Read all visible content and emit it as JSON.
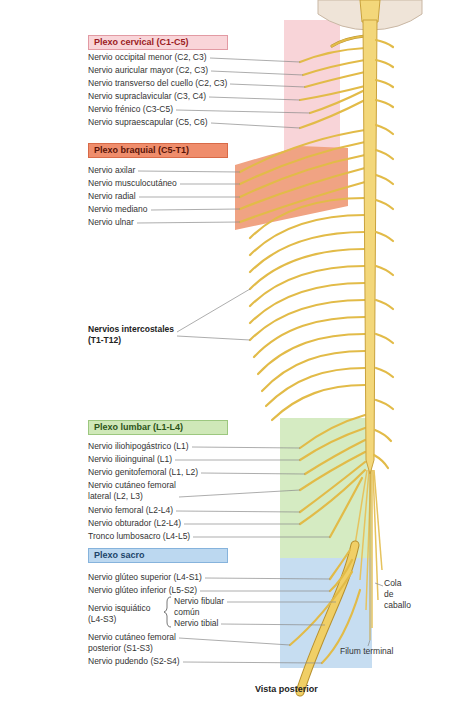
{
  "diagram": {
    "caption": "Vista posterior",
    "nodes": [
      {
        "text": [
          "Plexo cervical (C1-C5)"
        ]
      },
      {
        "text": [
          "Plexo braquial (C5-T1)"
        ]
      },
      {
        "text": [
          "Plexo lumbar (L1-L4)"
        ]
      },
      {
        "text": [
          "Plexo sacro"
        ]
      }
    ],
    "labels": [
      "Nervio occipital menor (C2, C3)",
      "Nervio auricular mayor (C2, C3)",
      "Nervio transverso del cuello (C2, C3)",
      "Nervio supraclavicular (C3, C4)",
      "Nervio frénico (C3-C5)",
      "Nervio supraescapular (C5, C6)",
      "Nervio axilar",
      "Nervio musculocutáneo",
      "Nervio radial",
      "Nervio mediano",
      "Nervio ulnar",
      "Nervios intercostales (T1-T12)",
      "Nervio iliohipogástrico (L1)",
      "Nervio ilioinguinal (L1)",
      "Nervio genitofemoral (L1, L2)",
      "Nervio cutáneo femoral lateral (L2, L3)",
      "Nervio femoral (L2-L4)",
      "Nervio obturador (L2-L4)",
      "Tronco lumbosacro (L4-L5)",
      "Nervio glúteo superior (L4-S1)",
      "Nervio glúteo inferior (L5-S2)",
      "Nervio isquiático (L4-S3)",
      "Nervio fibular común",
      "Nervio tibial",
      "Nervio cutáneo femoral posterior (S1-S3)",
      "Nervio pudendo (S2-S4)",
      "Cola de caballo",
      "Filum terminal"
    ]
  }
}
